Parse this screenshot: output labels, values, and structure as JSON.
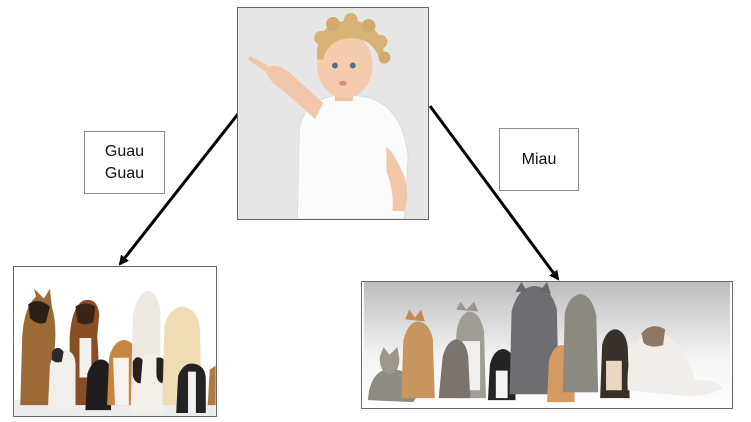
{
  "labels": {
    "dog_line1": "Guau",
    "dog_line2": "Guau",
    "cat": "Miau"
  },
  "colors": {
    "arrow": "#000000",
    "box_border": "#8c8c8c"
  },
  "icons": {
    "baby": "baby-pointing-photo",
    "dogs": "dogs-group-photo",
    "cats": "cats-group-photo"
  }
}
